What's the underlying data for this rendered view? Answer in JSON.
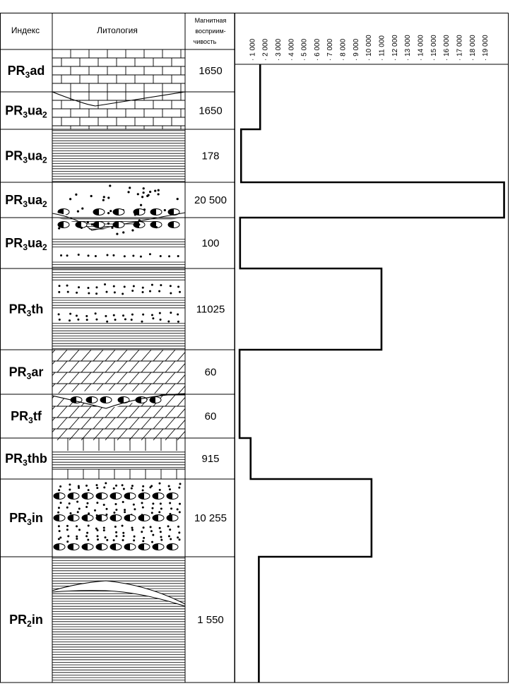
{
  "header": {
    "index_label": "Индекс",
    "lithology_label": "Литология",
    "susceptibility_lines": [
      "Магнитная",
      "восприим-",
      "чивость"
    ]
  },
  "scale_ticks": [
    "1 000",
    "2 000",
    "3 000",
    "4 000",
    "5 000",
    "6 000",
    "7 000",
    "8 000",
    "9 000",
    "10 000",
    "11 000",
    "12 000",
    "13 000",
    "14 000",
    "15 000",
    "16 000",
    "17 000",
    "18 000",
    "19 000"
  ],
  "layers": [
    {
      "main": "PR",
      "sub": "3",
      "suffix": "ad",
      "suffix_sub": "",
      "value_text": "1650",
      "lithology": "limestone"
    },
    {
      "main": "PR",
      "sub": "3",
      "suffix": "ua",
      "suffix_sub": "2",
      "value_text": "1650",
      "lithology": "limestone"
    },
    {
      "main": "PR",
      "sub": "3",
      "suffix": "ua",
      "suffix_sub": "2",
      "value_text": "178",
      "lithology": "shale"
    },
    {
      "main": "PR",
      "sub": "3",
      "suffix": "ua",
      "suffix_sub": "2",
      "value_text": "20 500",
      "lithology": "sand-lens"
    },
    {
      "main": "PR",
      "sub": "3",
      "suffix": "ua",
      "suffix_sub": "2",
      "value_text": "100",
      "lithology": "shale-dots"
    },
    {
      "main": "PR",
      "sub": "3",
      "suffix": "th",
      "suffix_sub": "",
      "value_text": "11025",
      "lithology": "shale-dots"
    },
    {
      "main": "PR",
      "sub": "3",
      "suffix": "ar",
      "suffix_sub": "",
      "value_text": "60",
      "lithology": "dolomite"
    },
    {
      "main": "PR",
      "sub": "3",
      "suffix": "tf",
      "suffix_sub": "",
      "value_text": "60",
      "lithology": "dolomite-lens"
    },
    {
      "main": "PR",
      "sub": "3",
      "suffix": "thb",
      "suffix_sub": "",
      "value_text": "915",
      "lithology": "limestone-shale"
    },
    {
      "main": "PR",
      "sub": "3",
      "suffix": "in",
      "suffix_sub": "",
      "value_text": "10 255",
      "lithology": "conglomerate"
    },
    {
      "main": "PR",
      "sub": "2",
      "suffix": "in",
      "suffix_sub": "",
      "value_text": "1 550",
      "lithology": "shale-lens"
    }
  ],
  "chart_data": {
    "type": "line",
    "title": "",
    "xlabel": "",
    "ylabel": "",
    "xlim": [
      0,
      20000
    ],
    "x_ticks": [
      1000,
      2000,
      3000,
      4000,
      5000,
      6000,
      7000,
      8000,
      9000,
      10000,
      11000,
      12000,
      13000,
      14000,
      15000,
      16000,
      17000,
      18000,
      19000
    ],
    "categories": [
      "PR3ad",
      "PR3ua2",
      "PR3ua2",
      "PR3ua2",
      "PR3ua2",
      "PR3th",
      "PR3ar",
      "PR3tf",
      "PR3thb",
      "PR3in",
      "PR2in"
    ],
    "values": [
      1650,
      1650,
      178,
      20500,
      100,
      11025,
      60,
      60,
      915,
      10255,
      1550
    ],
    "grid": false
  }
}
